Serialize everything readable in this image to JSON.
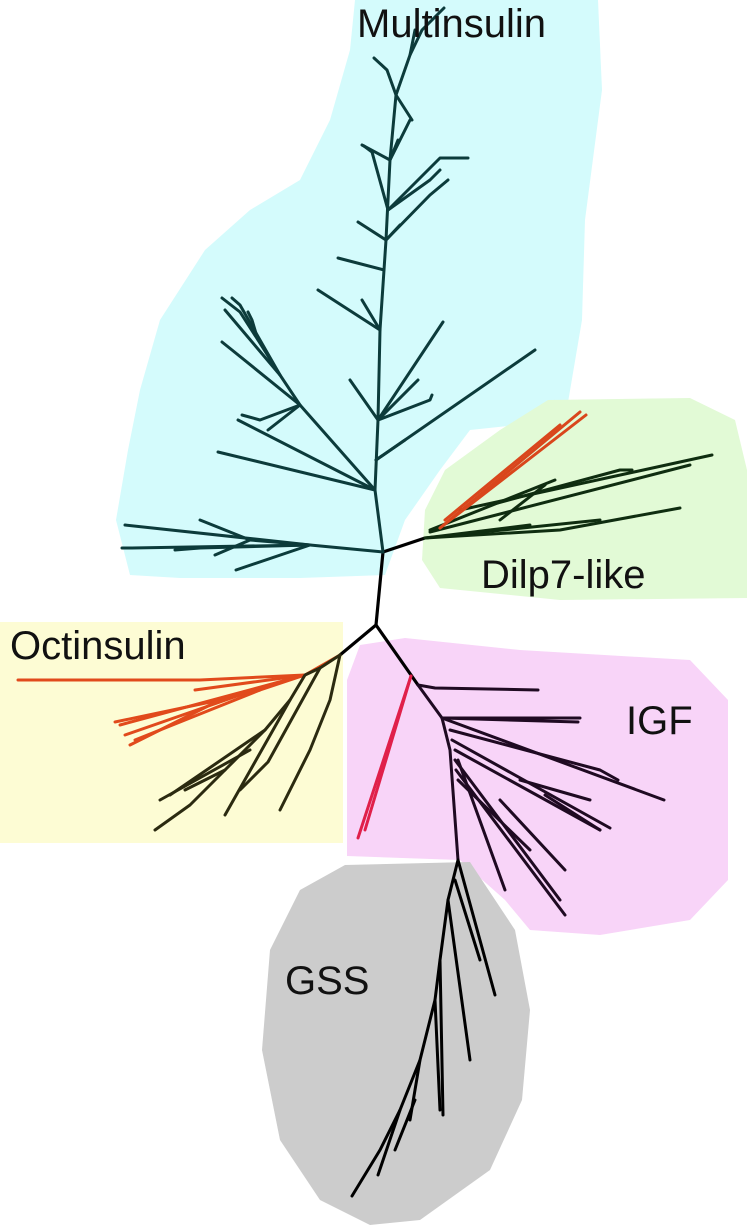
{
  "diagram": {
    "type": "unrooted-phylogenetic-tree",
    "clades": [
      {
        "id": "multinsulin",
        "label": "Multinsulin",
        "fill": "#d4fbfc",
        "branch_color": "#0c3b3b"
      },
      {
        "id": "dilp7",
        "label": "Dilp7-like",
        "fill": "#e2fad6",
        "branch_color": "#0f2d10",
        "highlight_color": "#d9461c"
      },
      {
        "id": "octinsulin",
        "label": "Octinsulin",
        "fill": "#fdfcd4",
        "branch_color": "#2b2a10",
        "highlight_color": "#e14a1c"
      },
      {
        "id": "igf",
        "label": "IGF",
        "fill": "#f8d4f8",
        "branch_color": "#1f0a22",
        "highlight_color": "#e0204a"
      },
      {
        "id": "gss",
        "label": "GSS",
        "fill": "#cccccc",
        "branch_color": "#000000"
      }
    ],
    "backbone_color": "#000000"
  }
}
